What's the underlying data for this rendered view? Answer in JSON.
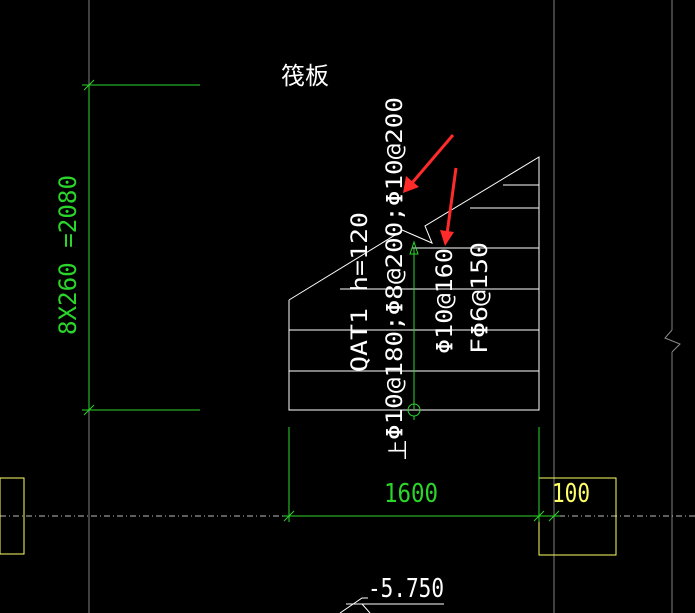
{
  "colors": {
    "background": "#000000",
    "grid_line": "#8a8a8a",
    "dimension": "#2bd62b",
    "geometry": "#ffffff",
    "column": "#ffff66",
    "annotation_arrow": "#ff2a2a",
    "axis_line": "#bdbdbd"
  },
  "labels": {
    "slab_label": "筏板",
    "vertical_dim": "8X260 =2080",
    "horizontal_dim": "1600",
    "right_dim": "100",
    "elevation": "-5.750",
    "stair_name": "QAT1  h=120",
    "rebar_main": "Φ10@180;Φ8@200;Φ10@200",
    "rebar_top": "Φ10@160",
    "rebar_dist": "FΦ6@150",
    "up_mark": "上"
  }
}
